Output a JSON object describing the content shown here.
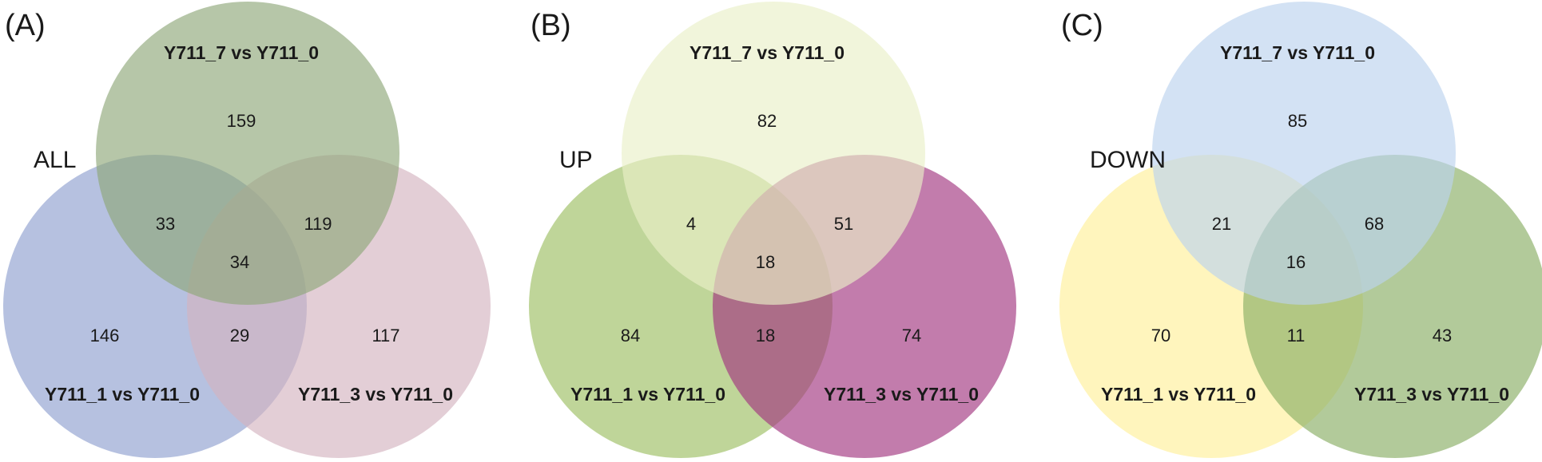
{
  "panels": [
    {
      "letter": "(A)",
      "tag": "ALL",
      "sets": [
        {
          "name": "Y711_7 vs Y711_0",
          "color": "#8fa77a"
        },
        {
          "name": "Y711_1 vs Y711_0",
          "color": "#8fa0d0"
        },
        {
          "name": "Y711_3 vs Y711_0",
          "color": "#d4b4c0"
        }
      ],
      "counts": {
        "top_only": "159",
        "left_only": "146",
        "right_only": "117",
        "top_left": "33",
        "top_right": "119",
        "left_right": "29",
        "all_three": "34"
      }
    },
    {
      "letter": "(B)",
      "tag": "UP",
      "sets": [
        {
          "name": "Y711_7 vs Y711_0",
          "color": "#eaf0c8"
        },
        {
          "name": "Y711_1 vs Y711_0",
          "color": "#9cbe62"
        },
        {
          "name": "Y711_3 vs Y711_0",
          "color": "#a2357f"
        }
      ],
      "counts": {
        "top_only": "82",
        "left_only": "84",
        "right_only": "74",
        "top_left": "4",
        "top_right": "51",
        "left_right": "18",
        "all_three": "18"
      }
    },
    {
      "letter": "(C)",
      "tag": "DOWN",
      "sets": [
        {
          "name": "Y711_7 vs Y711_0",
          "color": "#bcd2ee"
        },
        {
          "name": "Y711_1 vs Y711_0",
          "color": "#fff09a"
        },
        {
          "name": "Y711_3 vs Y711_0",
          "color": "#88ad64"
        }
      ],
      "counts": {
        "top_only": "85",
        "left_only": "70",
        "right_only": "43",
        "top_left": "21",
        "top_right": "68",
        "left_right": "11",
        "all_three": "16"
      }
    }
  ]
}
